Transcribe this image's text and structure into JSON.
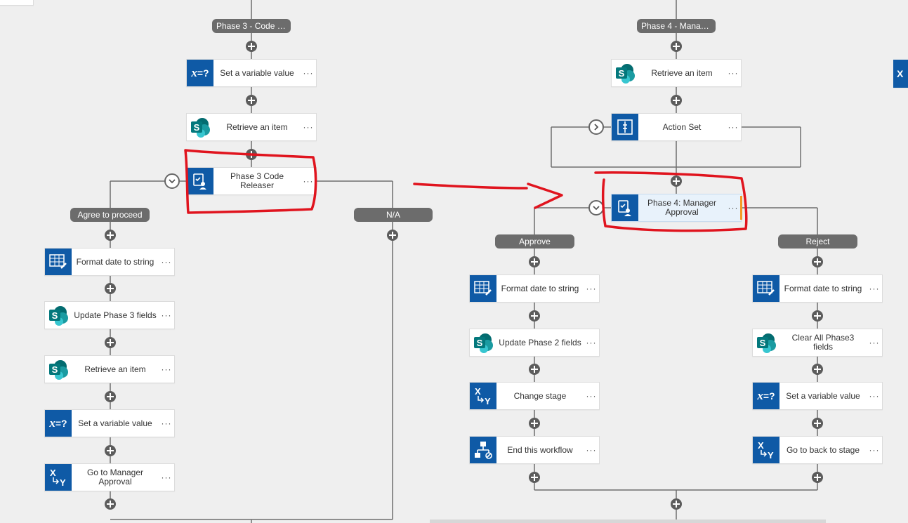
{
  "left_branch": {
    "phase_badge": "Phase 3 - Code R...",
    "set_variable": "Set a variable value",
    "retrieve_item": "Retrieve an item",
    "approval_task": "Phase 3 Code Releaser",
    "branch_agree": "Agree to proceed",
    "branch_na": "N/A",
    "agree_steps": [
      "Format date to string",
      "Update Phase 3 fields",
      "Retrieve an item",
      "Set a variable value",
      "Go to Manager Approval"
    ]
  },
  "right_branch": {
    "phase_badge": "Phase 4 - Manag...",
    "retrieve_item": "Retrieve an item",
    "action_set": "Action Set",
    "approval_task": "Phase 4: Manager Approval",
    "branch_approve": "Approve",
    "branch_reject": "Reject",
    "approve_steps": [
      "Format date to string",
      "Update Phase 2 fields",
      "Change stage",
      "End this workflow"
    ],
    "reject_steps": [
      "Format date to string",
      "Clear All Phase3 fields",
      "Set a variable value",
      "Go to back to stage"
    ]
  },
  "more_label": "···",
  "icons": {
    "set_variable": "variable-icon",
    "sharepoint": "sharepoint-icon",
    "task": "task-assign-icon",
    "format": "format-date-icon",
    "stage": "change-stage-icon",
    "end": "end-workflow-icon",
    "action_set": "action-set-icon"
  },
  "colors": {
    "icon_blue": "#0f5aa6",
    "sharepoint_teal": "#038387",
    "badge_gray": "#6c6c6c",
    "annotation_red": "#e0141e",
    "highlight_bar": "#f59a23"
  }
}
